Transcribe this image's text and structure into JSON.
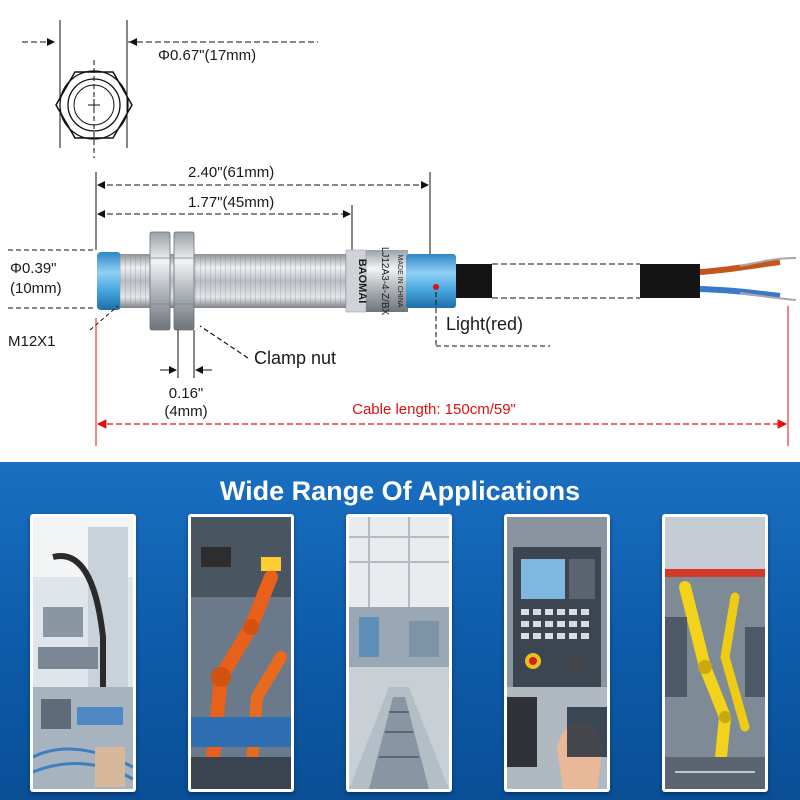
{
  "diagram": {
    "hex_diameter": "Φ0.67\"(17mm)",
    "overall_length": "2.40\"(61mm)",
    "thread_length": "1.77\"(45mm)",
    "body_diameter_line1": "Φ0.39\"",
    "body_diameter_line2": "(10mm)",
    "thread_spec": "M12X1",
    "clamp_nut": "Clamp nut",
    "nut_thickness_line1": "0.16\"",
    "nut_thickness_line2": "(4mm)",
    "light": "Light(red)",
    "cable_length": "Cable length: 150cm/59\"",
    "body_print_brand": "BAOMAI",
    "body_print_model": "LJ12A3-4-Z/BX",
    "body_print_origin": "MADE IN CHINA"
  },
  "applications": {
    "title": "Wide Range Of Applications",
    "tiles": [
      {
        "subject": "automated assembly machine"
      },
      {
        "subject": "orange industrial robot arms"
      },
      {
        "subject": "factory conveyor line"
      },
      {
        "subject": "CNC machine control panel"
      },
      {
        "subject": "yellow welding robots"
      }
    ]
  },
  "colors": {
    "accent_blue": "#1a6fc1",
    "dimension_red": "#e01010",
    "sensor_cap_blue": "#4aa8e0",
    "sensor_metal": "#c8ccd2"
  }
}
